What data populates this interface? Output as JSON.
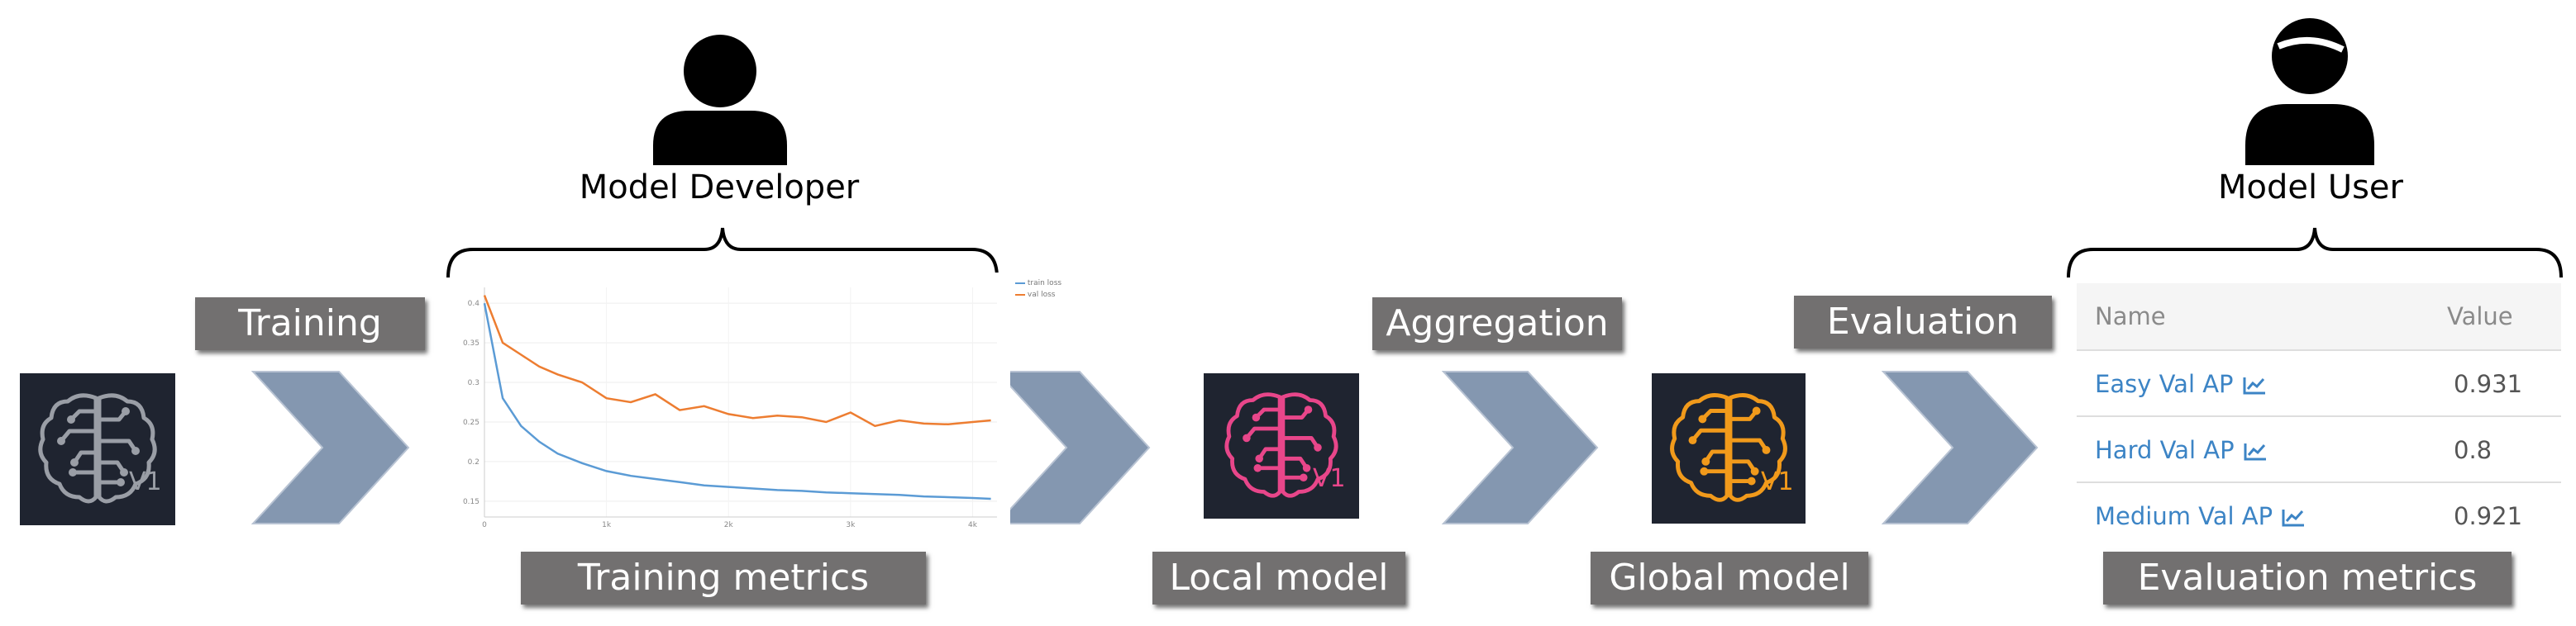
{
  "steps": {
    "training": "Training",
    "aggregation": "Aggregation",
    "evaluation": "Evaluation"
  },
  "captions": {
    "training_metrics": "Training metrics",
    "local_model": "Local model",
    "global_model": "Global model",
    "evaluation_metrics": "Evaluation metrics"
  },
  "people": {
    "developer": "Model Developer",
    "user": "Model User"
  },
  "models": {
    "version_label": "V1",
    "colors": {
      "initial": "#9a9ea6",
      "local": "#e8468a",
      "global": "#f19a1b",
      "tile_bg": "#1f2430"
    }
  },
  "arrow_color": "#8497b0",
  "evaluation_table": {
    "headers": {
      "name": "Name",
      "value": "Value"
    },
    "rows": [
      {
        "name": "Easy Val AP",
        "value": "0.931"
      },
      {
        "name": "Hard Val AP",
        "value": "0.8"
      },
      {
        "name": "Medium Val AP",
        "value": "0.921"
      }
    ],
    "link_color": "#3c84c5"
  },
  "chart_data": {
    "type": "line",
    "legend": [
      "train loss",
      "val loss"
    ],
    "x_ticks": [
      "0",
      "1k",
      "2k",
      "3k",
      "4k"
    ],
    "y_ticks": [
      "0.4",
      "0.35",
      "0.3",
      "0.25",
      "0.2",
      "0.15"
    ],
    "ylim": [
      0.13,
      0.42
    ],
    "xlim": [
      0,
      4200
    ],
    "series": [
      {
        "name": "train loss",
        "color": "#5b9bd5",
        "x": [
          0,
          150,
          300,
          450,
          600,
          800,
          1000,
          1200,
          1400,
          1600,
          1800,
          2000,
          2200,
          2400,
          2600,
          2800,
          3000,
          3200,
          3400,
          3600,
          3800,
          4000,
          4150
        ],
        "values": [
          0.4,
          0.28,
          0.245,
          0.225,
          0.21,
          0.198,
          0.188,
          0.182,
          0.178,
          0.174,
          0.17,
          0.168,
          0.166,
          0.164,
          0.163,
          0.161,
          0.16,
          0.159,
          0.158,
          0.156,
          0.155,
          0.154,
          0.153
        ]
      },
      {
        "name": "val loss",
        "color": "#ed7d31",
        "x": [
          0,
          150,
          300,
          450,
          600,
          800,
          1000,
          1200,
          1400,
          1600,
          1800,
          2000,
          2200,
          2400,
          2600,
          2800,
          3000,
          3200,
          3400,
          3600,
          3800,
          4000,
          4150
        ],
        "values": [
          0.41,
          0.35,
          0.335,
          0.32,
          0.31,
          0.3,
          0.28,
          0.275,
          0.285,
          0.265,
          0.27,
          0.26,
          0.255,
          0.258,
          0.256,
          0.25,
          0.262,
          0.245,
          0.252,
          0.248,
          0.247,
          0.25,
          0.252
        ]
      }
    ]
  }
}
